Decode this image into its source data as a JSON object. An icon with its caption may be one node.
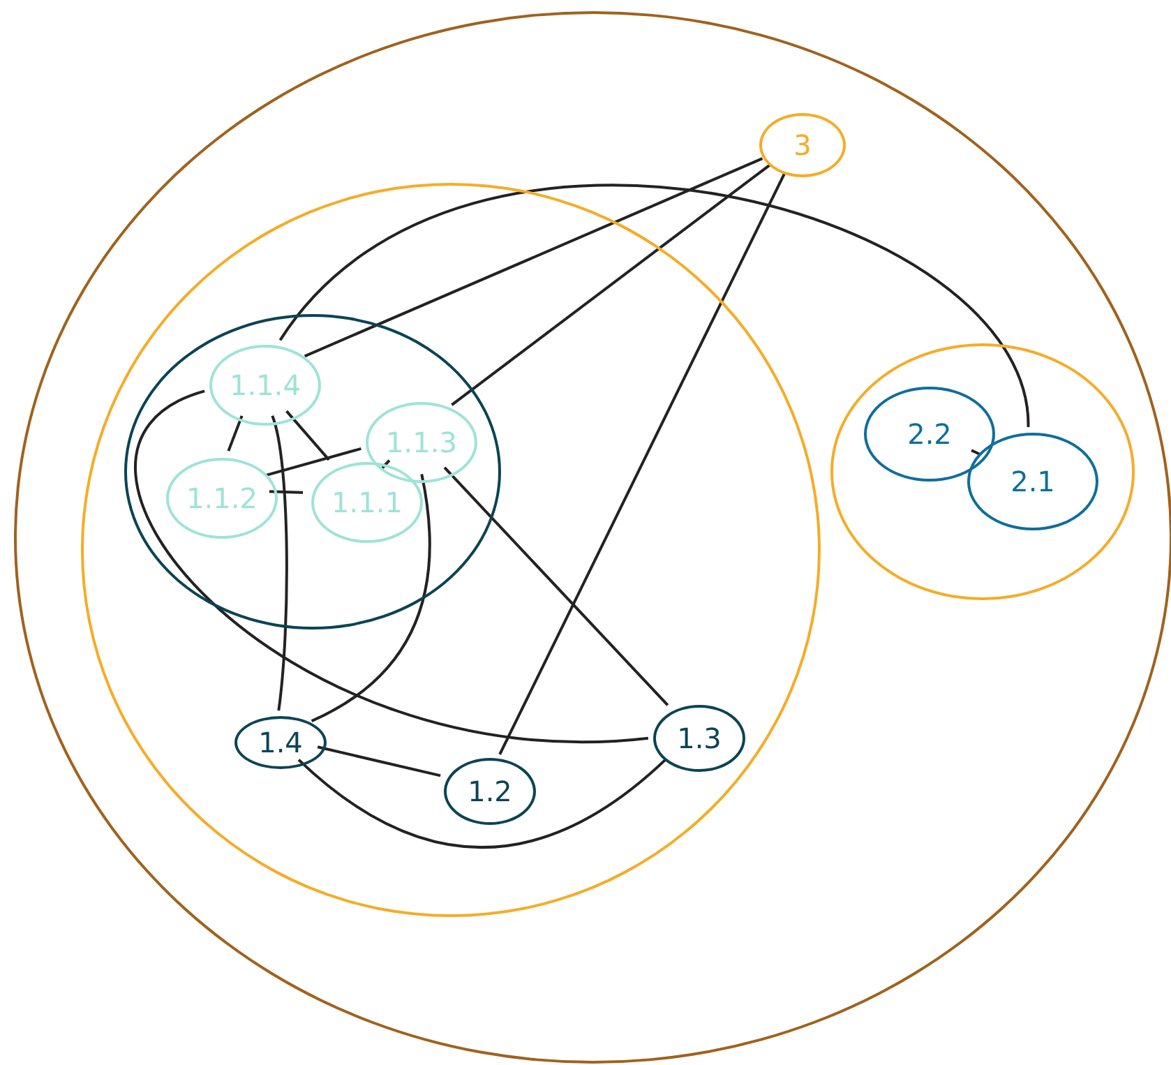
{
  "diagram": {
    "nodes": [
      {
        "text": [],
        "shape": "circle"
      },
      {
        "text": [],
        "shape": "circle",
        "in": 0
      },
      {
        "text": [],
        "shape": "circle",
        "in": 1
      },
      {
        "text": [
          "1.1.4"
        ],
        "in": 2
      },
      {
        "text": [
          "1.1.3"
        ],
        "in": 2
      },
      {
        "text": [
          "1.1.2"
        ],
        "in": 2
      },
      {
        "text": [
          "1.1.1"
        ],
        "in": 2
      },
      {
        "text": [
          "3"
        ],
        "in": 0
      },
      {
        "text": [],
        "shape": "circle",
        "in": 0
      },
      {
        "text": [
          "2.2"
        ],
        "in": 8
      },
      {
        "text": [
          "2.1"
        ],
        "in": 8
      },
      {
        "text": [
          "1.4"
        ],
        "in": 1
      },
      {
        "text": [
          "1.3"
        ],
        "in": 1
      },
      {
        "text": [
          "1.2"
        ],
        "in": 1
      }
    ],
    "edges": [
      {
        "from": 7,
        "to": 3,
        "arrow": "none"
      },
      {
        "from": 7,
        "to": 4,
        "arrow": "none"
      },
      {
        "from": 7,
        "to": 13,
        "arrow": "none"
      },
      {
        "from": 10,
        "to": 3,
        "arrow": "none"
      },
      {
        "from": 9,
        "to": 10,
        "arrow": "none"
      },
      {
        "from": 3,
        "to": 5,
        "arrow": "none"
      },
      {
        "from": 3,
        "to": 6,
        "arrow": "none"
      },
      {
        "from": 5,
        "to": 4,
        "arrow": "none"
      },
      {
        "from": 5,
        "to": 6,
        "arrow": "none"
      },
      {
        "from": 4,
        "to": 6,
        "arrow": "none"
      },
      {
        "from": 3,
        "to": 11,
        "arrow": "none"
      },
      {
        "from": 4,
        "to": 11,
        "arrow": "none"
      },
      {
        "from": 4,
        "to": 12,
        "arrow": "none"
      },
      {
        "from": 3,
        "to": 12,
        "arrow": "none"
      },
      {
        "from": 11,
        "to": 13,
        "arrow": "none"
      },
      {
        "from": 11,
        "to": 12,
        "arrow": "none"
      }
    ]
  }
}
